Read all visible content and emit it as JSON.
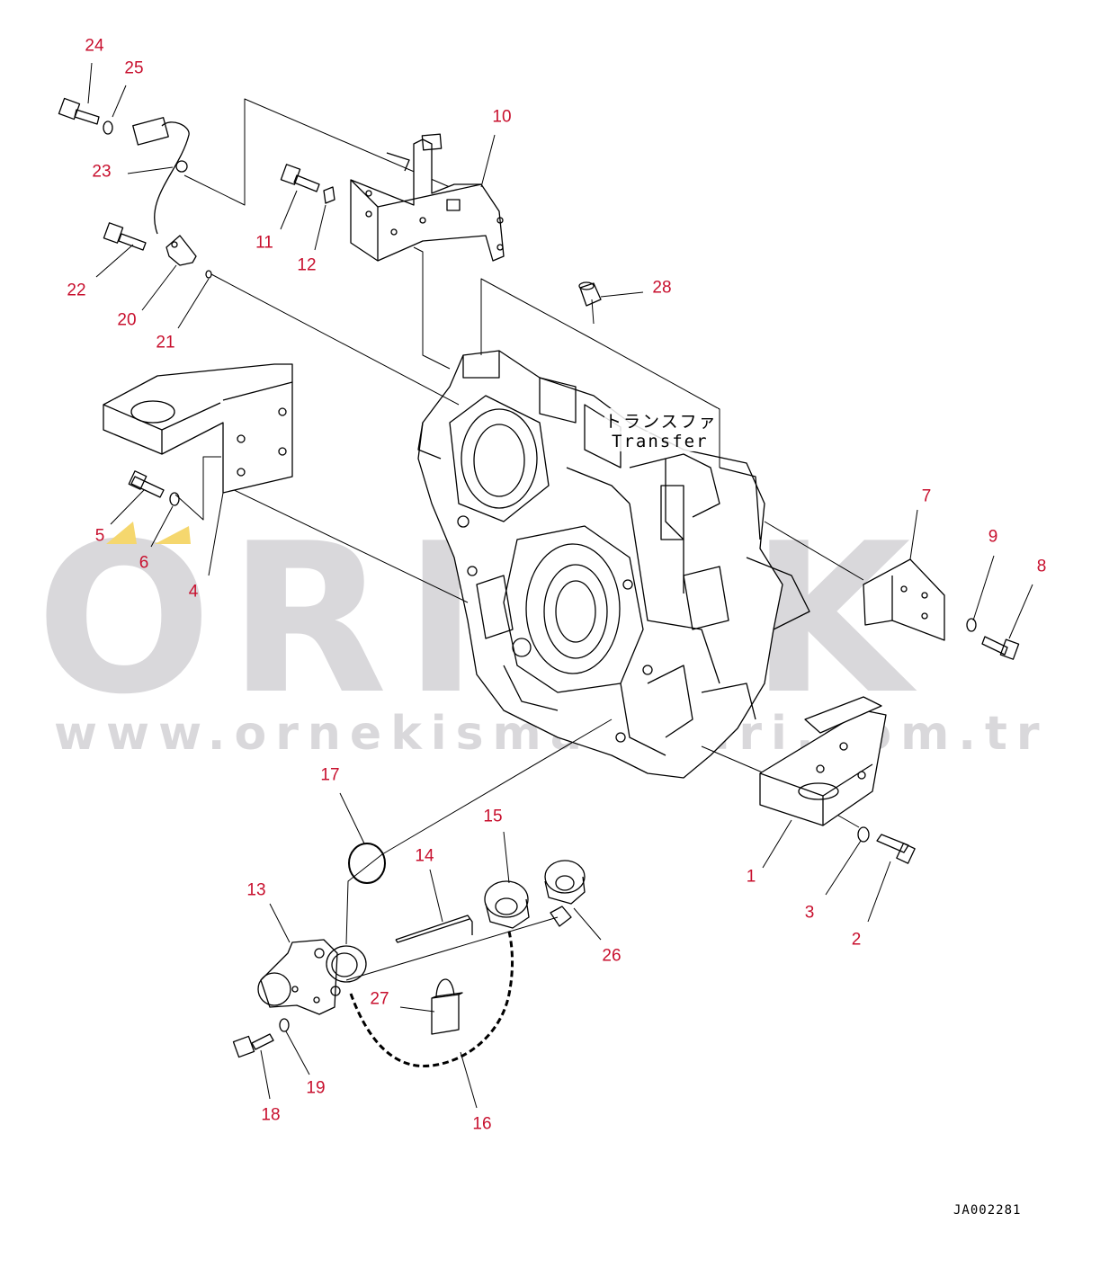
{
  "watermark": {
    "brand": "ORNEK",
    "url": "www.ornekismakulari.com.tr"
  },
  "part_name": {
    "japanese": "トランスファ",
    "english": "Transfer"
  },
  "drawing_code": "JA002281",
  "colors": {
    "callout": "#c8102e",
    "line": "#000000",
    "watermark": "#d9d8db",
    "accent_yellow": "#f5d76e"
  },
  "callouts": [
    "1",
    "2",
    "3",
    "4",
    "5",
    "6",
    "7",
    "8",
    "9",
    "10",
    "11",
    "12",
    "13",
    "14",
    "15",
    "16",
    "17",
    "18",
    "19",
    "20",
    "21",
    "22",
    "23",
    "24",
    "25",
    "26",
    "27",
    "28"
  ]
}
